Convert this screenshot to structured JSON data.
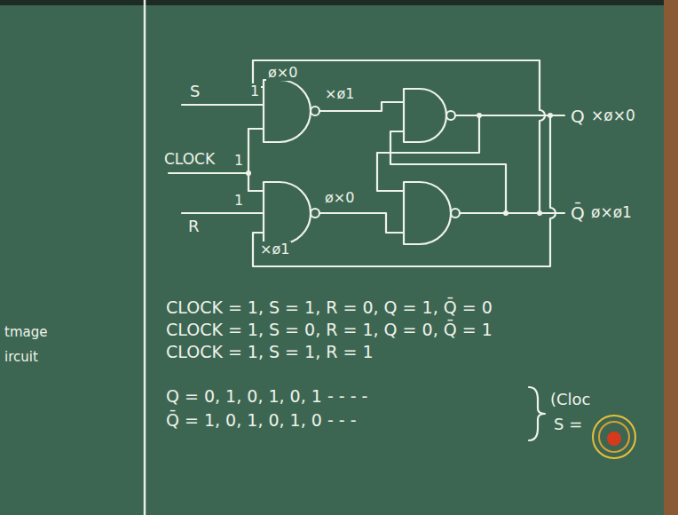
{
  "diagram": {
    "labels": [
      "S",
      "1",
      "CLOCK",
      "1",
      "1",
      "R",
      "ø×0",
      "×ø1",
      "ø×0",
      "×ø1",
      "Q",
      "×ø×0",
      "Q̄",
      "ø×ø1",
      "CLOCK = 1, S = 1, R = 0, Q = 1, Q̄ = 0",
      "CLOCK = 1, S = 0, R = 1, Q = 0, Q̄ = 1",
      "CLOCK = 1, S = 1, R = 1",
      "Q = 0, 1, 0, 1, 0, 1 - - - -",
      "Q̄ = 1, 0, 1, 0, 1, 0 - - -",
      "(Cloc",
      "S =",
      "tmage",
      "ircuit"
    ]
  }
}
